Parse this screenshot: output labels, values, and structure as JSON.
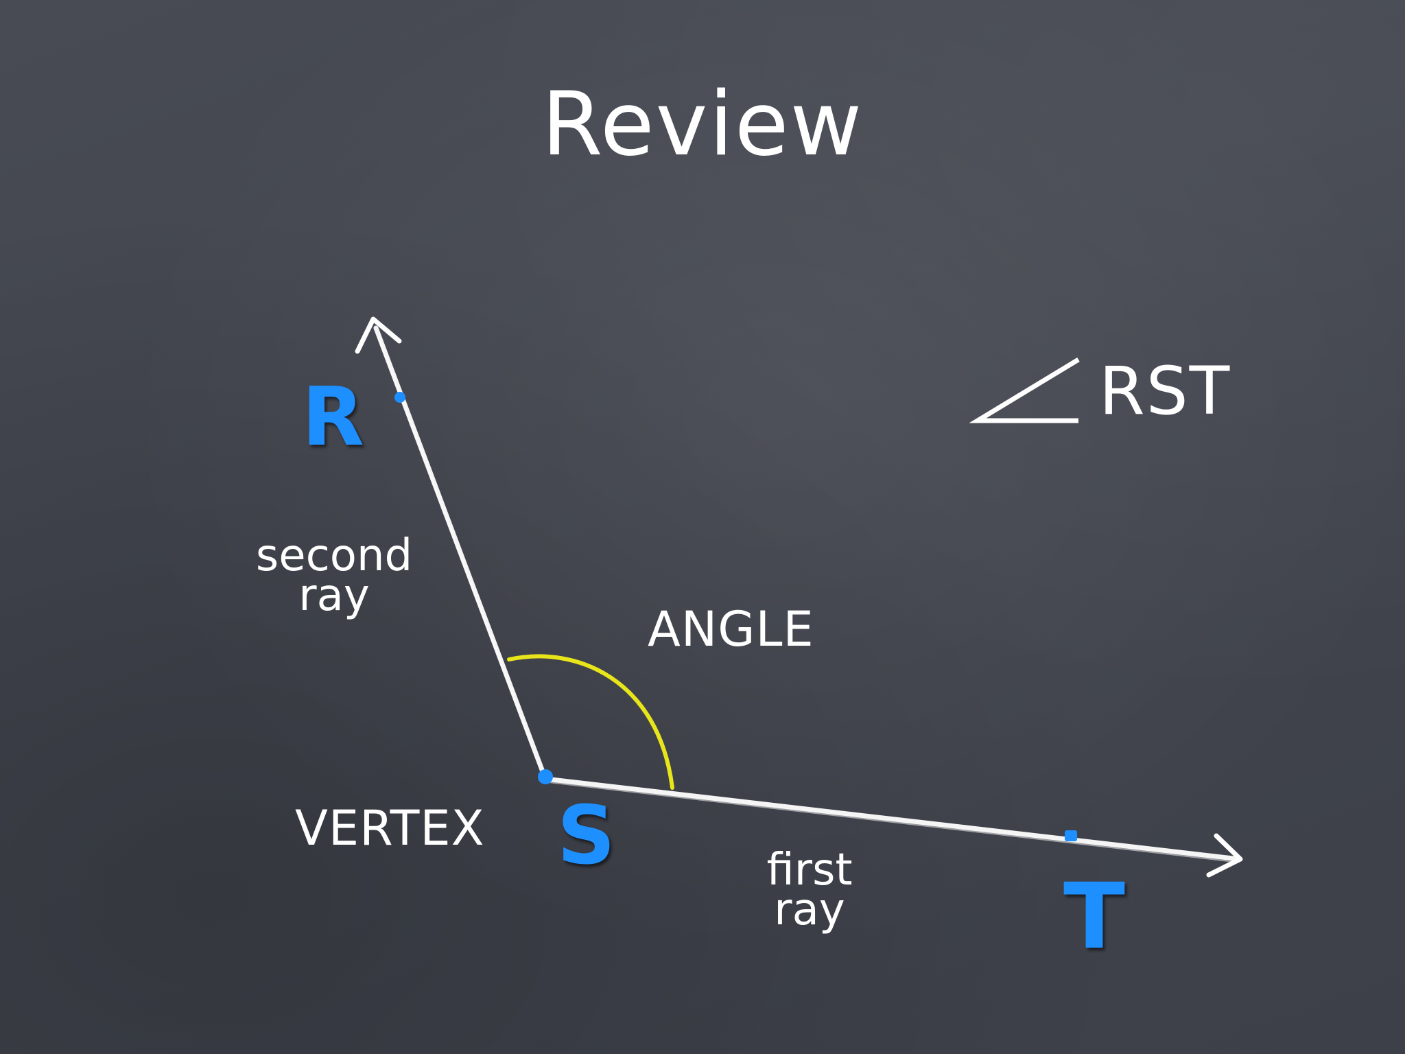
{
  "title": "Review",
  "notation": {
    "symbol": "angle-symbol",
    "text": "RST"
  },
  "points": {
    "r": "R",
    "s": "S",
    "t": "T"
  },
  "labels": {
    "second_ray_line1": "second",
    "second_ray_line2": "ray",
    "first_ray_line1": "first",
    "first_ray_line2": "ray",
    "angle": "ANGLE",
    "vertex": "VERTEX"
  },
  "colors": {
    "background": "#43464f",
    "chalk_white": "#ffffff",
    "point_blue": "#1e8fff",
    "arc_yellow": "#e8e61a"
  }
}
